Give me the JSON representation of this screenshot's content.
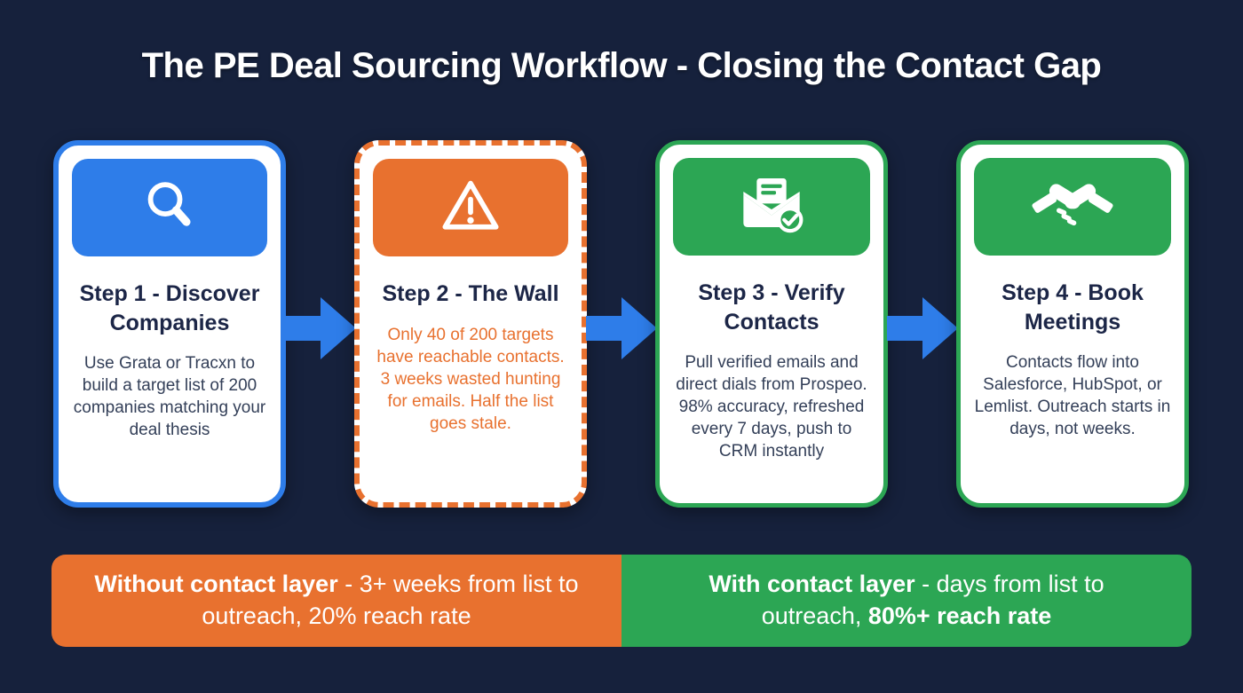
{
  "title": "The PE Deal Sourcing Workflow - Closing the Contact Gap",
  "colors": {
    "background": "#16213c",
    "blue": "#2e7de9",
    "orange": "#e8712f",
    "green": "#2ca654",
    "card_background": "#ffffff",
    "card_heading_text": "#1c2647",
    "card_body_text": "#333f58",
    "title_text": "#ffffff"
  },
  "steps": [
    {
      "title": "Step 1 - Discover Companies",
      "description": "Use Grata or Tracxn to build a target list of 200 companies matching your deal thesis",
      "icon": "search-icon",
      "accent": "#2e7de9",
      "border_style": "solid"
    },
    {
      "title": "Step 2 - The Wall",
      "description": "Only 40 of 200 targets have reachable contacts. 3 weeks wasted hunting for emails. Half the list goes stale.",
      "icon": "warning-icon",
      "accent": "#e8712f",
      "border_style": "dashed"
    },
    {
      "title": "Step 3 - Verify Contacts",
      "description": "Pull verified emails and direct dials from Prospeo. 98% accuracy, refreshed every 7 days, push to CRM instantly",
      "icon": "mail-verified-icon",
      "accent": "#2ca654",
      "border_style": "solid"
    },
    {
      "title": "Step 4 - Book Meetings",
      "description": "Contacts flow into Salesforce, HubSpot, or Lemlist. Outreach starts in days, not weeks.",
      "icon": "handshake-icon",
      "accent": "#2ca654",
      "border_style": "solid"
    }
  ],
  "arrows": {
    "count": 3,
    "color": "#2e7de9",
    "direction": "right"
  },
  "comparison": {
    "without": {
      "label": "Without contact layer",
      "rest": " - 3+ weeks from list to outreach, 20% reach rate",
      "color": "#e8712f"
    },
    "with": {
      "label": "With contact layer",
      "middle": " - days from list to outreach, ",
      "highlight": "80%+ reach rate",
      "color": "#2ca654"
    }
  }
}
